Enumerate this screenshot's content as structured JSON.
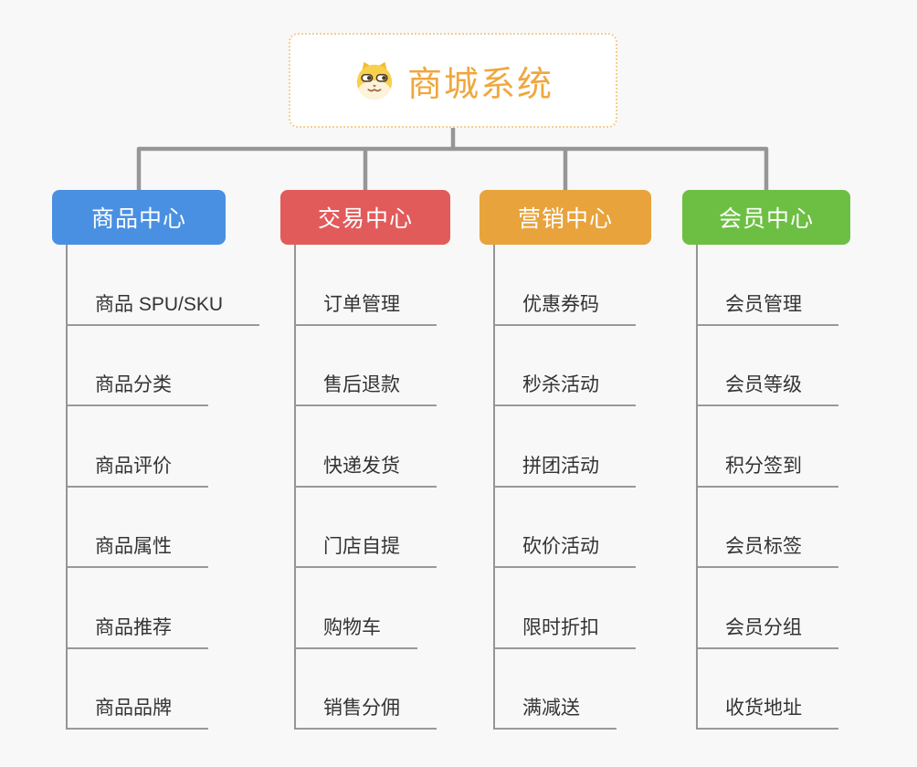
{
  "root": {
    "title": "商城系统",
    "icon": "shiba-dog-icon"
  },
  "branches": [
    {
      "label": "商品中心",
      "color": "#4a90e2",
      "children": [
        "商品 SPU/SKU",
        "商品分类",
        "商品评价",
        "商品属性",
        "商品推荐",
        "商品品牌"
      ]
    },
    {
      "label": "交易中心",
      "color": "#e25b5b",
      "children": [
        "订单管理",
        "售后退款",
        "快递发货",
        "门店自提",
        "购物车",
        "销售分佣"
      ]
    },
    {
      "label": "营销中心",
      "color": "#e8a33d",
      "children": [
        "优惠券码",
        "秒杀活动",
        "拼团活动",
        "砍价活动",
        "限时折扣",
        "满减送"
      ]
    },
    {
      "label": "会员中心",
      "color": "#6dbf44",
      "children": [
        "会员管理",
        "会员等级",
        "积分签到",
        "会员标签",
        "会员分组",
        "收货地址"
      ]
    }
  ],
  "style": {
    "background": "#f8f8f8",
    "connector_color": "#969696",
    "leaf_text_color": "#333333",
    "leaf_line_color": "#999999",
    "root_text_color": "#efa73e",
    "root_border_color": "#f3cf8e"
  }
}
